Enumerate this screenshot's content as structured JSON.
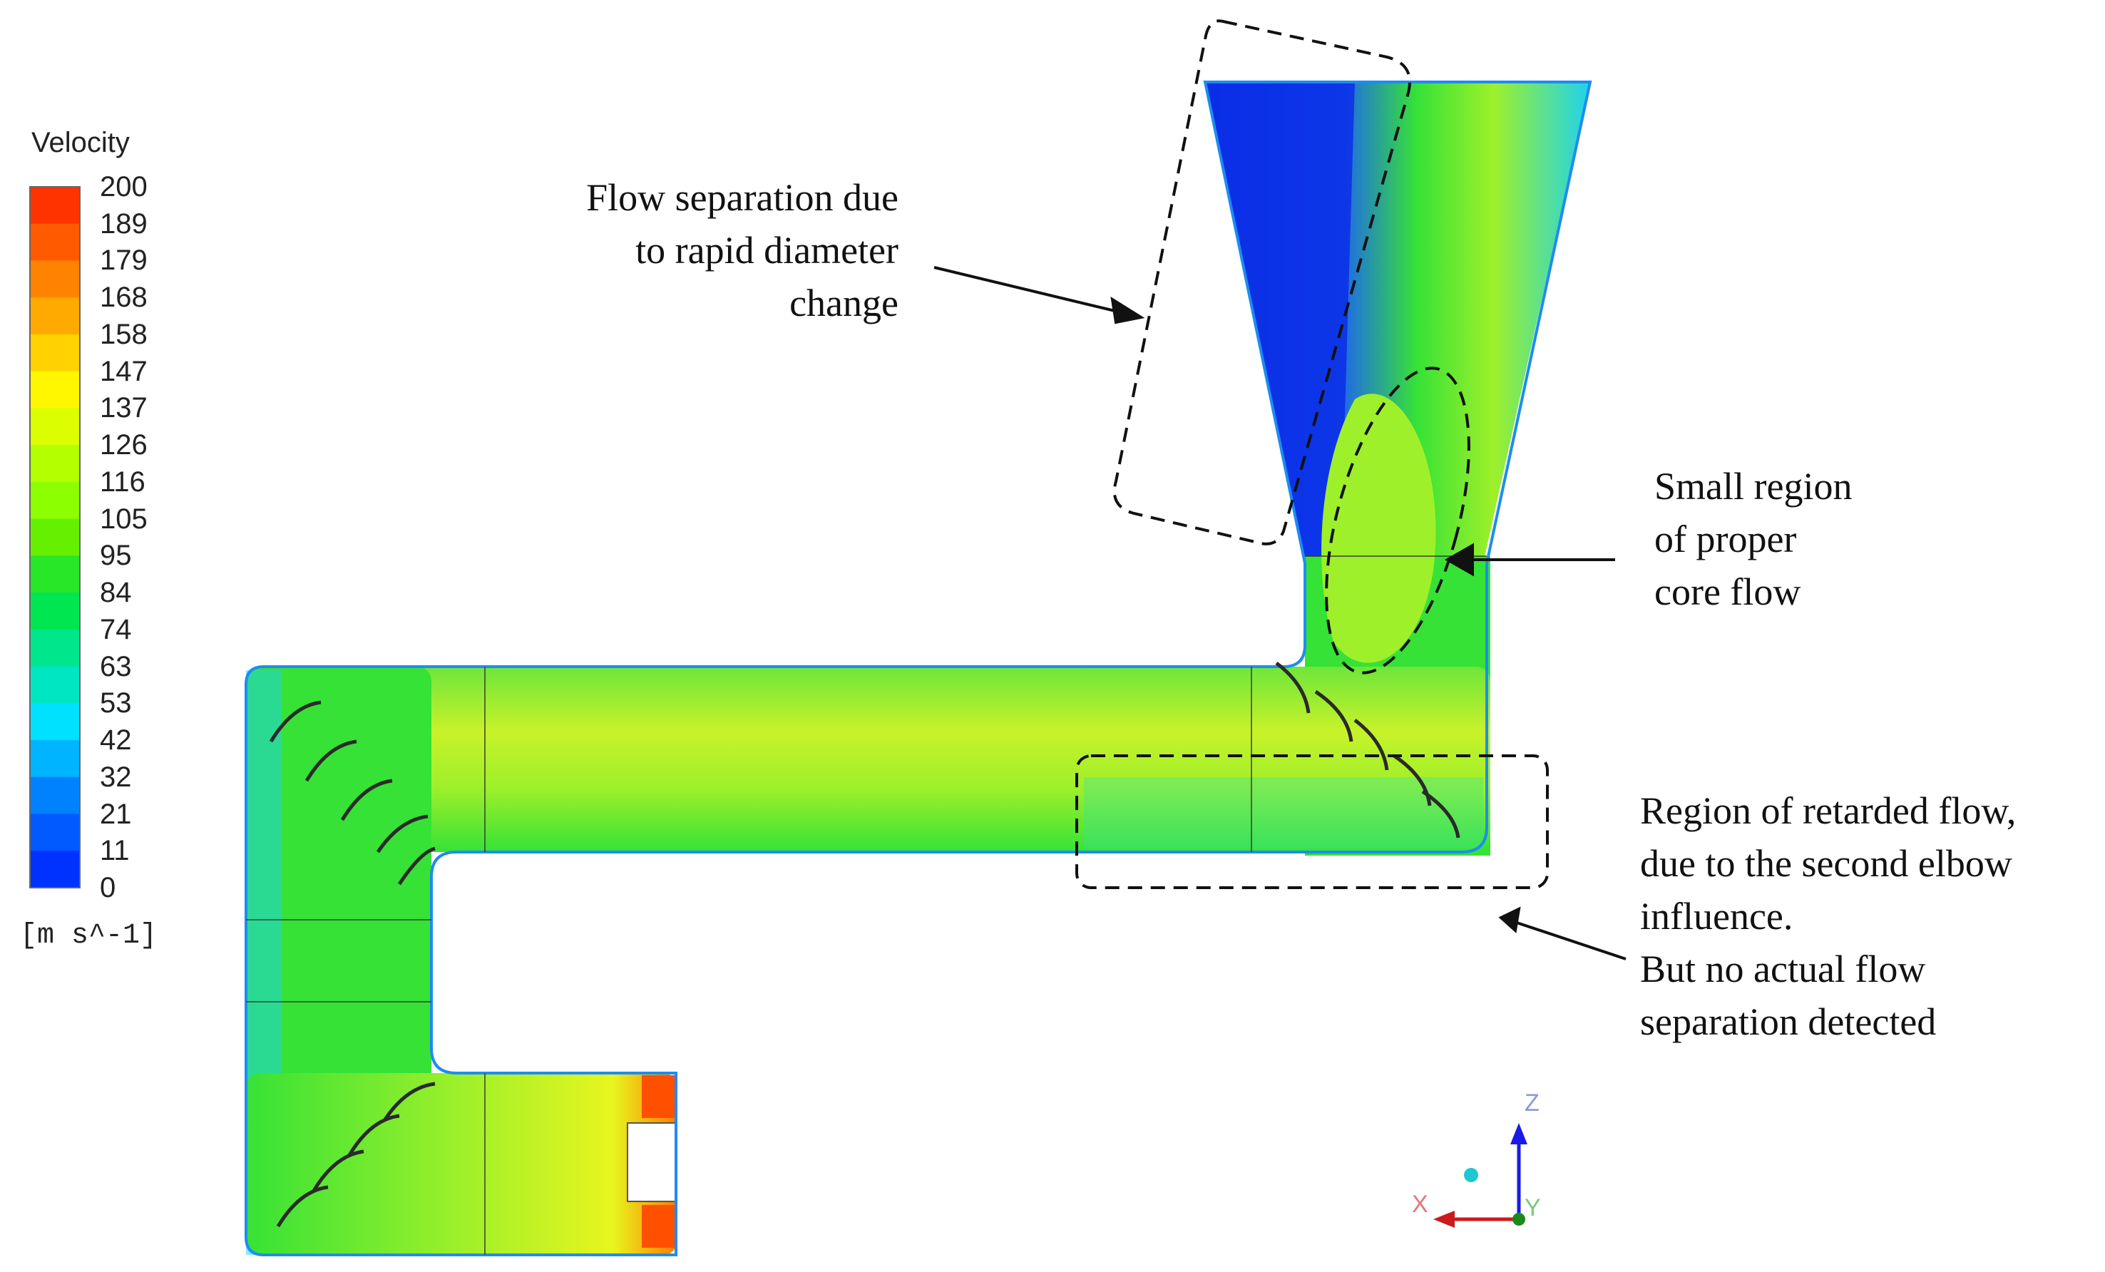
{
  "legend": {
    "title": "Velocity",
    "unit": "[m s^-1]",
    "ticks": [
      "200",
      "189",
      "179",
      "168",
      "158",
      "147",
      "137",
      "126",
      "116",
      "105",
      "95",
      "84",
      "74",
      "63",
      "53",
      "42",
      "32",
      "21",
      "11",
      "0"
    ],
    "colors": [
      "#ff3300",
      "#ff5a00",
      "#ff8200",
      "#ffaa00",
      "#ffd200",
      "#fff700",
      "#dcff00",
      "#b4ff00",
      "#8cff00",
      "#64f000",
      "#28e628",
      "#00e650",
      "#00e68c",
      "#00e6c3",
      "#00e1ff",
      "#00b4ff",
      "#0082ff",
      "#005aff",
      "#0032ff",
      "#0000ff"
    ]
  },
  "annotations": {
    "separation": [
      "Flow separation due",
      "to rapid diameter",
      "change"
    ],
    "core": [
      "Small region",
      "of proper",
      "core flow"
    ],
    "retarded": [
      "Region of retarded flow,",
      "due to the second elbow",
      "influence.",
      "But no actual flow",
      "separation detected"
    ]
  },
  "axes": {
    "z": "Z",
    "x": "X",
    "y": "Y"
  },
  "colors": {
    "blue_dark": "#0a2ee6",
    "blue": "#1e64f0",
    "cyan": "#1ed2f0",
    "green": "#36e236",
    "yellowgreen": "#9ef02a",
    "yellow": "#e8f51e",
    "orange": "#ff7a00",
    "red": "#ff3a00"
  }
}
